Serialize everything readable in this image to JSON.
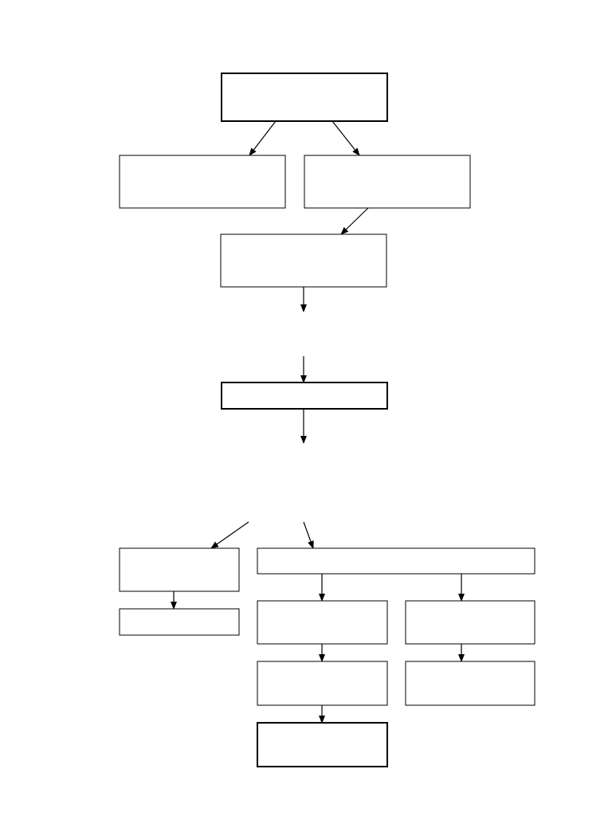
{
  "diagram": {
    "background_color": "#ffffff",
    "stroke_color": "#000000",
    "nodes": [
      {
        "id": "n1",
        "text": "",
        "emphasis": "bold"
      },
      {
        "id": "n2",
        "text": "",
        "emphasis": "normal"
      },
      {
        "id": "n3",
        "text": "",
        "emphasis": "normal"
      },
      {
        "id": "n4",
        "text": "",
        "emphasis": "normal"
      },
      {
        "id": "n5",
        "text": "",
        "emphasis": "bold"
      },
      {
        "id": "n6",
        "text": "",
        "emphasis": "normal"
      },
      {
        "id": "n7",
        "text": "",
        "emphasis": "normal"
      },
      {
        "id": "n8",
        "text": "",
        "emphasis": "normal"
      },
      {
        "id": "n9",
        "text": "",
        "emphasis": "normal"
      },
      {
        "id": "n10",
        "text": "",
        "emphasis": "normal"
      },
      {
        "id": "n11",
        "text": "",
        "emphasis": "normal"
      },
      {
        "id": "n12",
        "text": "",
        "emphasis": "normal"
      },
      {
        "id": "n13",
        "text": "",
        "emphasis": "bold"
      }
    ],
    "edges": [
      {
        "id": "e1",
        "from": "n1",
        "to": "n2"
      },
      {
        "id": "e2",
        "from": "n1",
        "to": "n3"
      },
      {
        "id": "e3",
        "from": "n3",
        "to": "n4"
      },
      {
        "id": "e4",
        "from": "n4",
        "to": null
      },
      {
        "id": "e5",
        "from": null,
        "to": "n5"
      },
      {
        "id": "e6",
        "from": "n5",
        "to": null
      },
      {
        "id": "e7",
        "from": null,
        "to": "n6"
      },
      {
        "id": "e8",
        "from": null,
        "to": "n8"
      },
      {
        "id": "e9",
        "from": "n6",
        "to": "n7"
      },
      {
        "id": "e10",
        "from": "n8",
        "to": "n9"
      },
      {
        "id": "e11",
        "from": "n8",
        "to": "n10"
      },
      {
        "id": "e12",
        "from": "n9",
        "to": "n11"
      },
      {
        "id": "e13",
        "from": "n10",
        "to": "n12"
      },
      {
        "id": "e14",
        "from": "n11",
        "to": "n13"
      }
    ]
  }
}
